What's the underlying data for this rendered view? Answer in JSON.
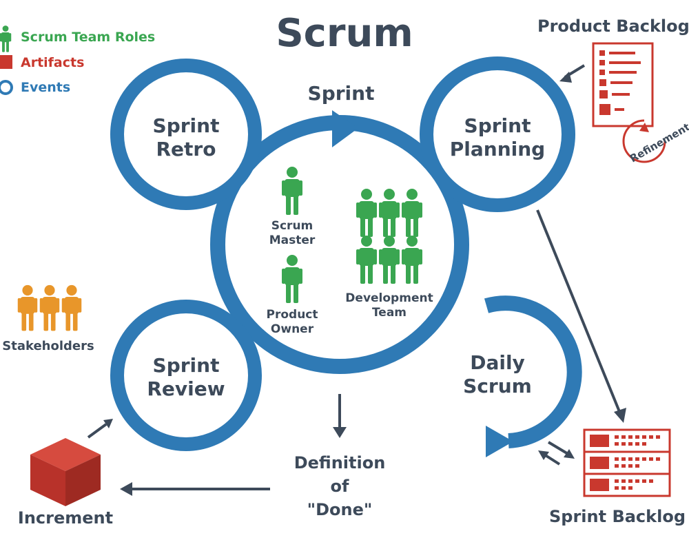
{
  "title": "Scrum",
  "legend": {
    "roles": "Scrum Team Roles",
    "artifacts": "Artifacts",
    "events": "Events"
  },
  "events": {
    "sprint": "Sprint",
    "retro_line1": "Sprint",
    "retro_line2": "Retro",
    "planning_line1": "Sprint",
    "planning_line2": "Planning",
    "review_line1": "Sprint",
    "review_line2": "Review",
    "daily_line1": "Daily",
    "daily_line2": "Scrum"
  },
  "roles": {
    "scrum_master_line1": "Scrum",
    "scrum_master_line2": "Master",
    "product_owner_line1": "Product",
    "product_owner_line2": "Owner",
    "dev_team_line1": "Development",
    "dev_team_line2": "Team",
    "stakeholders": "Stakeholders"
  },
  "artifacts": {
    "product_backlog": "Product Backlog",
    "refinement": "Refinement",
    "sprint_backlog": "Sprint Backlog",
    "increment": "Increment"
  },
  "dod": {
    "line1": "Definition",
    "line2": "of",
    "line3": "\"Done\""
  },
  "colors": {
    "event_blue": "#2f7ab5",
    "role_green": "#3aa651",
    "artifact_red": "#c9382e",
    "stakeholder_orange": "#e8962a",
    "text_dark": "#3d4a5a"
  }
}
